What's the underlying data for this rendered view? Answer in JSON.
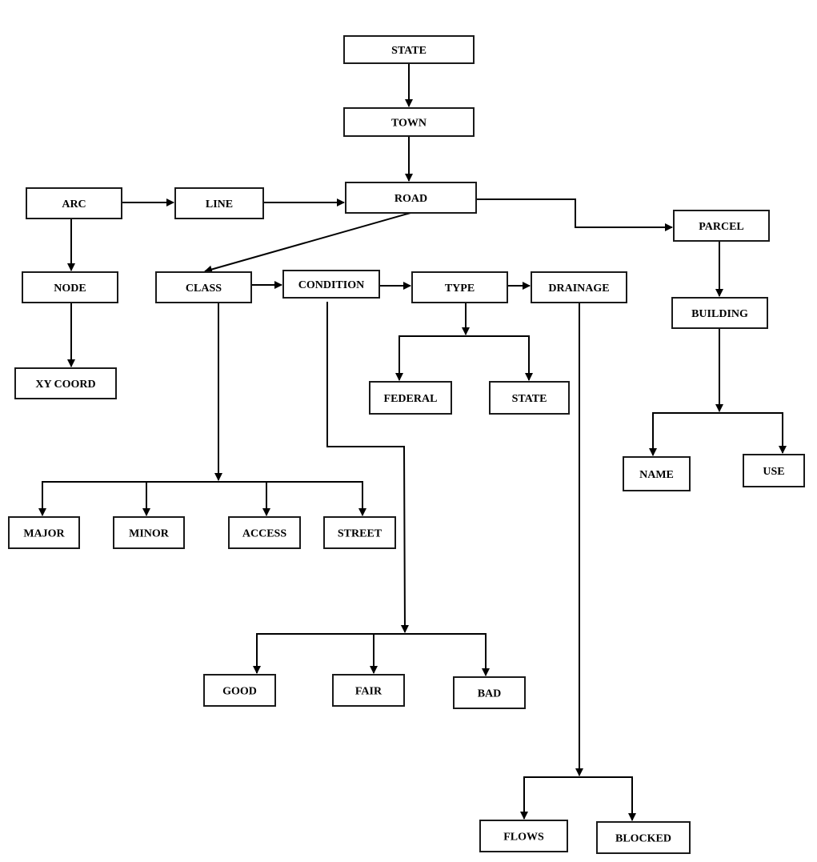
{
  "diagram": {
    "title": "Road network data model hierarchy",
    "nodes": {
      "state_top": "STATE",
      "town": "TOWN",
      "road": "ROAD",
      "arc": "ARC",
      "line": "LINE",
      "parcel": "PARCEL",
      "node": "NODE",
      "xy_coord": "XY COORD",
      "class": "CLASS",
      "condition": "CONDITION",
      "type": "TYPE",
      "drainage": "DRAINAGE",
      "building": "BUILDING",
      "federal": "FEDERAL",
      "state_type": "STATE",
      "name": "NAME",
      "use": "USE",
      "major": "MAJOR",
      "minor": "MINOR",
      "access": "ACCESS",
      "street": "STREET",
      "good": "GOOD",
      "fair": "FAIR",
      "bad": "BAD",
      "flows": "FLOWS",
      "blocked": "BLOCKED"
    },
    "edges": [
      {
        "from": "state_top",
        "to": "town"
      },
      {
        "from": "town",
        "to": "road"
      },
      {
        "from": "arc",
        "to": "line"
      },
      {
        "from": "line",
        "to": "road"
      },
      {
        "from": "road",
        "to": "parcel"
      },
      {
        "from": "road",
        "to": "class"
      },
      {
        "from": "arc",
        "to": "node"
      },
      {
        "from": "node",
        "to": "xy_coord"
      },
      {
        "from": "class",
        "to": "condition"
      },
      {
        "from": "condition",
        "to": "type"
      },
      {
        "from": "type",
        "to": "drainage"
      },
      {
        "from": "parcel",
        "to": "building"
      },
      {
        "from": "type",
        "to": [
          "federal",
          "state_type"
        ]
      },
      {
        "from": "building",
        "to": [
          "name",
          "use"
        ]
      },
      {
        "from": "class",
        "to": [
          "major",
          "minor",
          "access",
          "street"
        ]
      },
      {
        "from": "condition",
        "to": [
          "good",
          "fair",
          "bad"
        ]
      },
      {
        "from": "drainage",
        "to": [
          "flows",
          "blocked"
        ]
      }
    ]
  }
}
